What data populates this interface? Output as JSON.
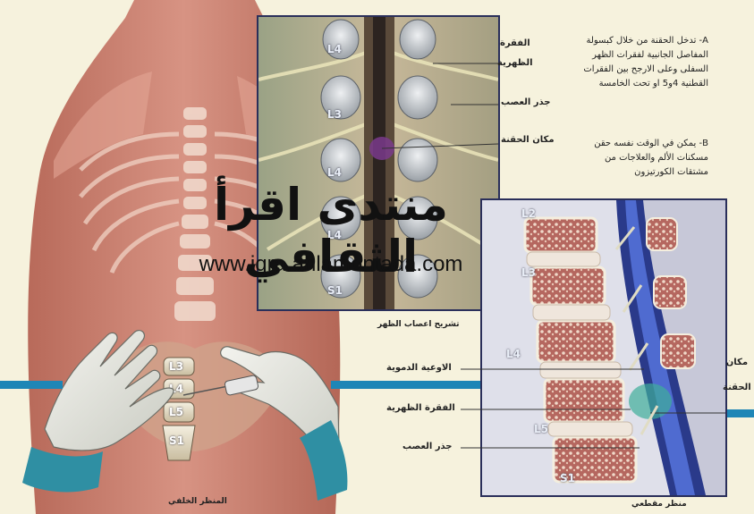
{
  "labels": {
    "vertebra_top": "الفقرة\nالظهرية",
    "nerve_root_top": "جذر العصب",
    "injection_site_top": "مكان الحقنة",
    "blood_vessels": "الاوعية الدموية",
    "vertebra_mid": "الفقرة الظهرية",
    "nerve_root_bottom": "جذر العصب",
    "injection_site_right": "مكان\nالحقنة"
  },
  "notes": {
    "a": "A- تدخل الحقنة من خلال كبسولة المفاصل الجانبية لفقرات الظهر السفلى وعلى الارجح بين الفقرات القطنية 4و5 او تحت الخامسة",
    "b": "B- يمكن في الوقت نفسه حقن مسكنات الألم والعلاجات من مشتقات الكورتيزون"
  },
  "captions": {
    "anatomy": "تشريح اعصاب الظهر",
    "rear_view": "المنظر الخلفي",
    "cross_section": "منظر مقطعي"
  },
  "watermark": {
    "arabic": "منتدى اقرأ الثقافي",
    "url": "www.iqra.ahlamontada.com"
  },
  "vertebra_labels_top": [
    "L4",
    "L3",
    "L4",
    "L4",
    "S1"
  ],
  "vertebra_labels_back": [
    "L3",
    "L4",
    "L5",
    "S1"
  ],
  "vertebra_labels_section": [
    "L2",
    "L3",
    "L4",
    "L5",
    "S1"
  ]
}
